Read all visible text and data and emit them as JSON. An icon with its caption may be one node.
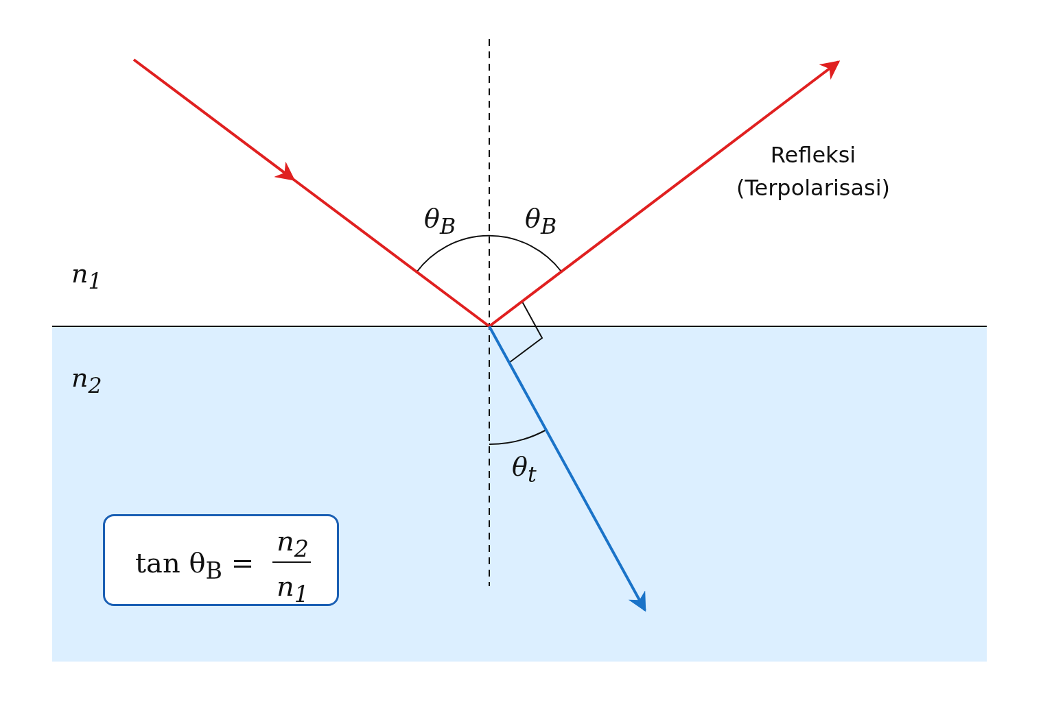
{
  "diagram": {
    "nodes": [
      {
        "text": [
          "tan θ$_{B}$ =",
          "n$_{2}$",
          "n$_{1}$"
        ]
      }
    ],
    "labels": [
      "Refleksi (Terpolarisasi)",
      "θ$_{B}$",
      "θ$_{B}$",
      "n$_{1}$",
      "n$_{2}$",
      "θ$_{t}$"
    ]
  }
}
